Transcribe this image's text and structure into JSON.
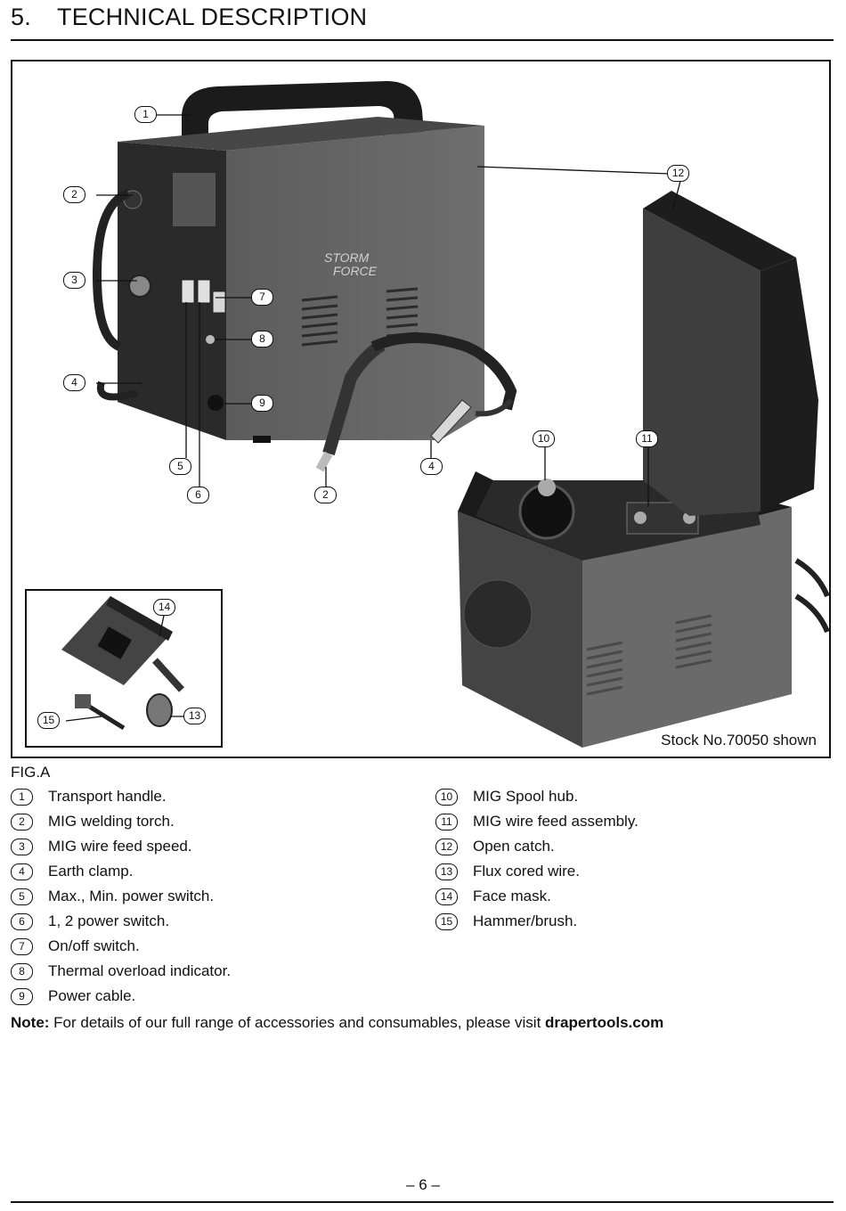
{
  "header": {
    "section_number": "5.",
    "title": "TECHNICAL DESCRIPTION"
  },
  "figure": {
    "stock_caption": "Stock No.70050 shown",
    "label": "FIG.A",
    "brand_text": "STORM FORCE",
    "callouts": [
      "1",
      "2",
      "3",
      "4",
      "5",
      "6",
      "7",
      "8",
      "9",
      "10",
      "11",
      "12",
      "4",
      "2",
      "14",
      "13",
      "15"
    ]
  },
  "legend_left": [
    {
      "num": "1",
      "text": "Transport handle."
    },
    {
      "num": "2",
      "text": "MIG welding torch."
    },
    {
      "num": "3",
      "text": "MIG wire feed speed."
    },
    {
      "num": "4",
      "text": "Earth clamp."
    },
    {
      "num": "5",
      "text": "Max., Min. power switch."
    },
    {
      "num": "6",
      "text": "1, 2 power switch."
    },
    {
      "num": "7",
      "text": "On/off switch."
    },
    {
      "num": "8",
      "text": "Thermal overload indicator."
    },
    {
      "num": "9",
      "text": "Power cable."
    }
  ],
  "legend_right": [
    {
      "num": "10",
      "text": "MIG Spool hub."
    },
    {
      "num": "11",
      "text": "MIG wire feed assembly."
    },
    {
      "num": "12",
      "text": "Open catch."
    },
    {
      "num": "13",
      "text": "Flux cored wire."
    },
    {
      "num": "14",
      "text": "Face mask."
    },
    {
      "num": "15",
      "text": "Hammer/brush."
    }
  ],
  "note": {
    "label": "Note:",
    "text": " For details of our full range of accessories and consumables, please visit ",
    "link": "drapertools.com"
  },
  "footer": {
    "page_number": "– 6 –"
  }
}
